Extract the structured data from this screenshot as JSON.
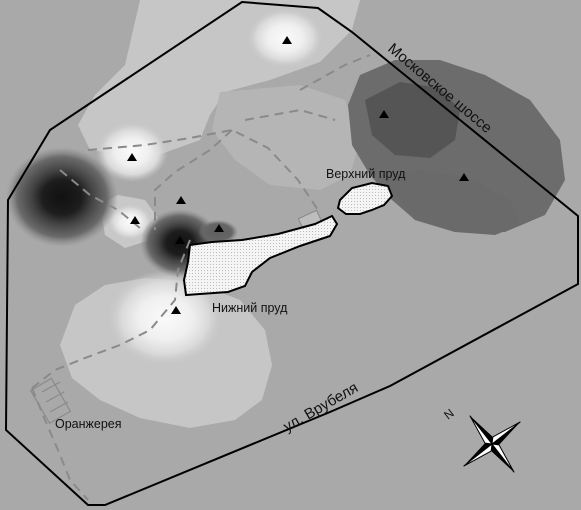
{
  "map": {
    "labels": {
      "upper_pond": "Верхний пруд",
      "lower_pond": "Нижний пруд",
      "road_moscow": "Московское шоссе",
      "road_vrubel": "ул. Врубеля",
      "greenhouse": "Оранжерея"
    },
    "compass": {
      "north_label": "N"
    },
    "colors": {
      "background": "#a9a9a9",
      "light_zone": "#c6c6c6",
      "very_light": "#e4e4e4",
      "white": "#f7f7f7",
      "dark_zone": "#6d6d6d",
      "darker_zone": "#555555",
      "very_dark": "#222222",
      "boundary": "#000000",
      "path": "#8a8a8a",
      "pond_fill": "#f2f2f2"
    },
    "sampling_points_count": 10
  }
}
